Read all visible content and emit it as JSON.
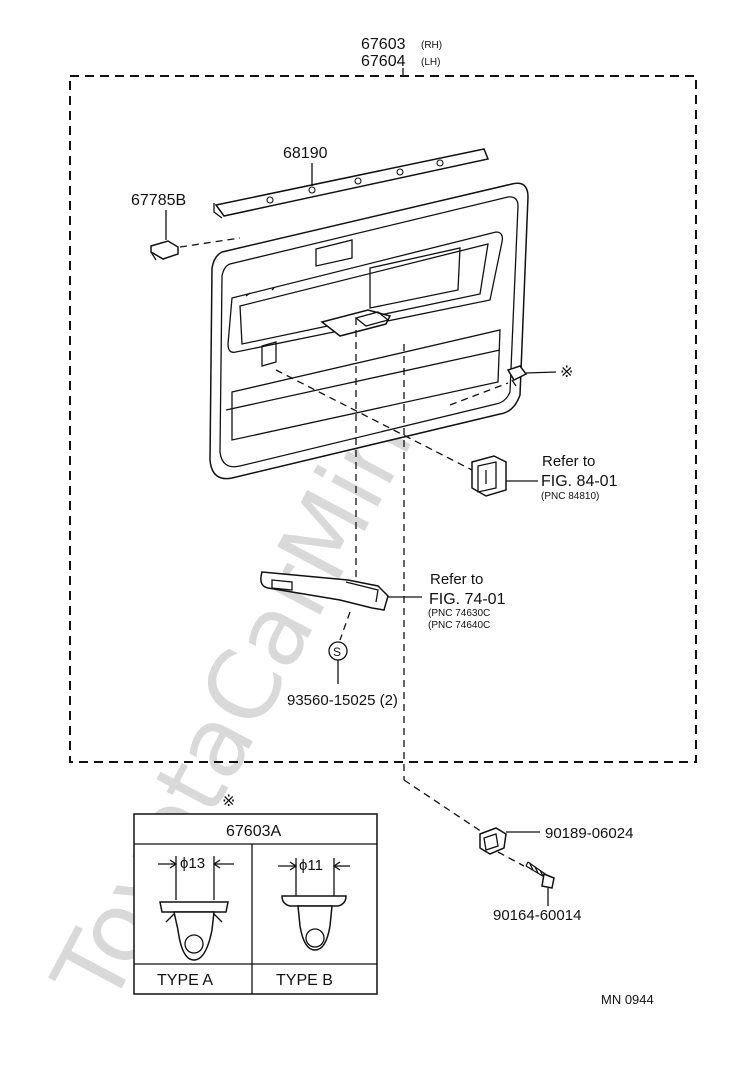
{
  "watermark": "ToyotaCarMine.ru",
  "assembly": {
    "rh": "67603",
    "rh_tag": "(RH)",
    "lh": "67604",
    "lh_tag": "(LH)"
  },
  "parts": {
    "weatherstrip": "68190",
    "bracket": "67785B",
    "clip_ref": "90189-06024",
    "screw": "90164-60014",
    "armrest_screw": "93560-15025 (2)",
    "screw_marker": "S"
  },
  "refs": {
    "switch": {
      "line1": "Refer to",
      "line2": "FIG. 84-01",
      "line3": "(PNC 84810)"
    },
    "armrest": {
      "line1": "Refer to",
      "line2": "FIG. 74-01",
      "line3": "(PNC 74630C",
      "line4": "(PNC 74640C"
    }
  },
  "clip_box": {
    "mark": "※",
    "title": "67603A",
    "type_a": {
      "dim": "ϕ13",
      "label": "TYPE  A"
    },
    "type_b": {
      "dim": "ϕ11",
      "label": "TYPE  B"
    }
  },
  "clip_mark": "※",
  "code": "MN 0944"
}
